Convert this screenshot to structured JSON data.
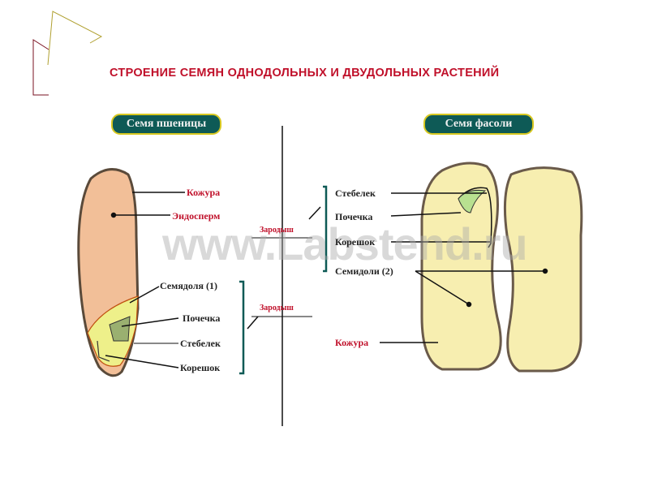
{
  "title": "СТРОЕНИЕ СЕМЯН ОДНОДОЛЬНЫХ И ДВУДОЛЬНЫХ РАСТЕНИЙ",
  "watermark": "www.Labstend.ru",
  "wheat": {
    "heading": "Семя пшеницы",
    "labels": {
      "coat": "Кожура",
      "endosperm": "Эндосперм",
      "cotyledon": "Семядоля (1)",
      "bud": "Почечка",
      "stem": "Стебелек",
      "root": "Корешок"
    },
    "embryo": "Зародыш"
  },
  "bean": {
    "heading": "Семя фасоли",
    "labels": {
      "stem": "Стебелек",
      "bud": "Почечка",
      "root": "Корешок",
      "cotyledons": "Семидоли (2)",
      "coat": "Кожура"
    },
    "embryo": "Зародыш"
  },
  "colors": {
    "accent": "#c0102a",
    "pill": "#0e5a56",
    "endosperm": "#f2bf98",
    "bean": "#f7eeb0"
  }
}
